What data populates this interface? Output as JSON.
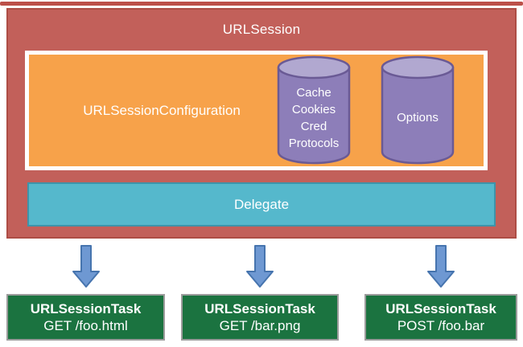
{
  "diagram": {
    "session": {
      "title": "URLSession"
    },
    "configuration": {
      "label": "URLSessionConfiguration"
    },
    "cylinders": [
      {
        "name": "storage-cylinder",
        "lines": [
          "Cache",
          "Cookies",
          "Cred",
          "Protocols"
        ]
      },
      {
        "name": "options-cylinder",
        "lines": [
          "Options"
        ]
      }
    ],
    "delegate": {
      "label": "Delegate"
    },
    "tasks": [
      {
        "title": "URLSessionTask",
        "subtitle": "GET /foo.html"
      },
      {
        "title": "URLSessionTask",
        "subtitle": "GET /bar.png"
      },
      {
        "title": "URLSessionTask",
        "subtitle": "POST /foo.bar"
      }
    ],
    "colors": {
      "top_strip": "#bc5049",
      "session_fill": "#c2605a",
      "session_border": "#ad4d45",
      "config_fill": "#f7a24a",
      "cylinder_fill": "#8d7eb9",
      "cylinder_top": "#b1a8d0",
      "cylinder_border": "#6a5a95",
      "delegate_fill": "#55b8cc",
      "delegate_border": "#3e93a9",
      "task_fill": "#1b7340",
      "task_border": "#9c9c9c",
      "arrow_fill": "#6e98d2",
      "arrow_border": "#4674ae"
    }
  }
}
